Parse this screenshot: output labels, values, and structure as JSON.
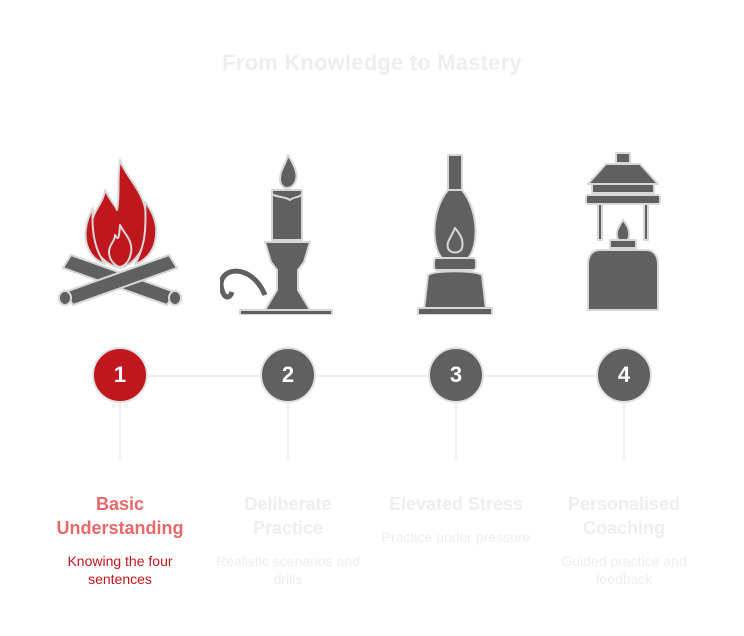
{
  "title": "From Knowledge to Mastery",
  "colors": {
    "accent": "#c0161d",
    "accent_text": "#e8696b",
    "neutral": "#606060",
    "faded": "#eeeeee"
  },
  "steps": [
    {
      "number": "1",
      "title": "Basic Understanding",
      "description": "Knowing the four sentences",
      "icon": "campfire-icon",
      "active": true
    },
    {
      "number": "2",
      "title": "Deliberate Practice",
      "description": "Realistic scenarios and drills",
      "icon": "candle-icon",
      "active": false
    },
    {
      "number": "3",
      "title": "Elevated Stress",
      "description": "Practice under pressure",
      "icon": "oil-lamp-icon",
      "active": false
    },
    {
      "number": "4",
      "title": "Personalised Coaching",
      "description": "Guided practice and feedback",
      "icon": "lantern-icon",
      "active": false
    }
  ]
}
